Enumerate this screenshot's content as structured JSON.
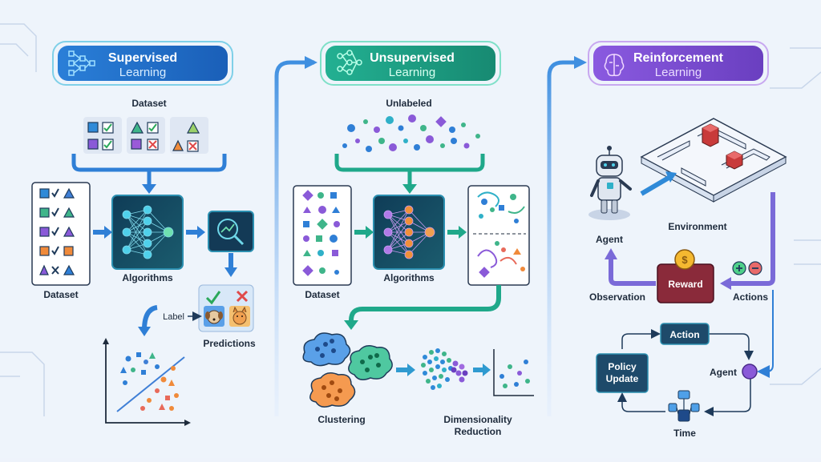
{
  "supervised": {
    "title_line1": "Supervised",
    "title_line2": "Learning",
    "dataset_top_label": "Dataset",
    "dataset_left_label": "Dataset",
    "algorithms_label": "Algorithms",
    "label_text": "Label",
    "predictions_label": "Predictions",
    "accent": "#2f7fd6"
  },
  "unsupervised": {
    "title_line1": "Unsupervised",
    "title_line2": "Learning",
    "unlabeled_label": "Unlabeled",
    "dataset_label": "Dataset",
    "algorithms_label": "Algorithms",
    "clustering_label": "Clustering",
    "dimred_line1": "Dimensionality",
    "dimred_line2": "Reduction",
    "accent": "#1fa88a"
  },
  "reinforcement": {
    "title_line1": "Reinforcement",
    "title_line2": "Learning",
    "agent_label": "Agent",
    "environment_label": "Environment",
    "reward_label": "Reward",
    "observation_label": "Observation",
    "actions_label": "Actions",
    "action_label": "Action",
    "policy_line1": "Policy",
    "policy_line2": "Update",
    "agent2_label": "Agent",
    "time_label": "Time",
    "accent": "#7a4fd0"
  },
  "icons": [
    "network-icon",
    "brain-icon",
    "robot-icon",
    "coin-icon",
    "chart-search-icon",
    "dog-icon",
    "cat-icon"
  ]
}
